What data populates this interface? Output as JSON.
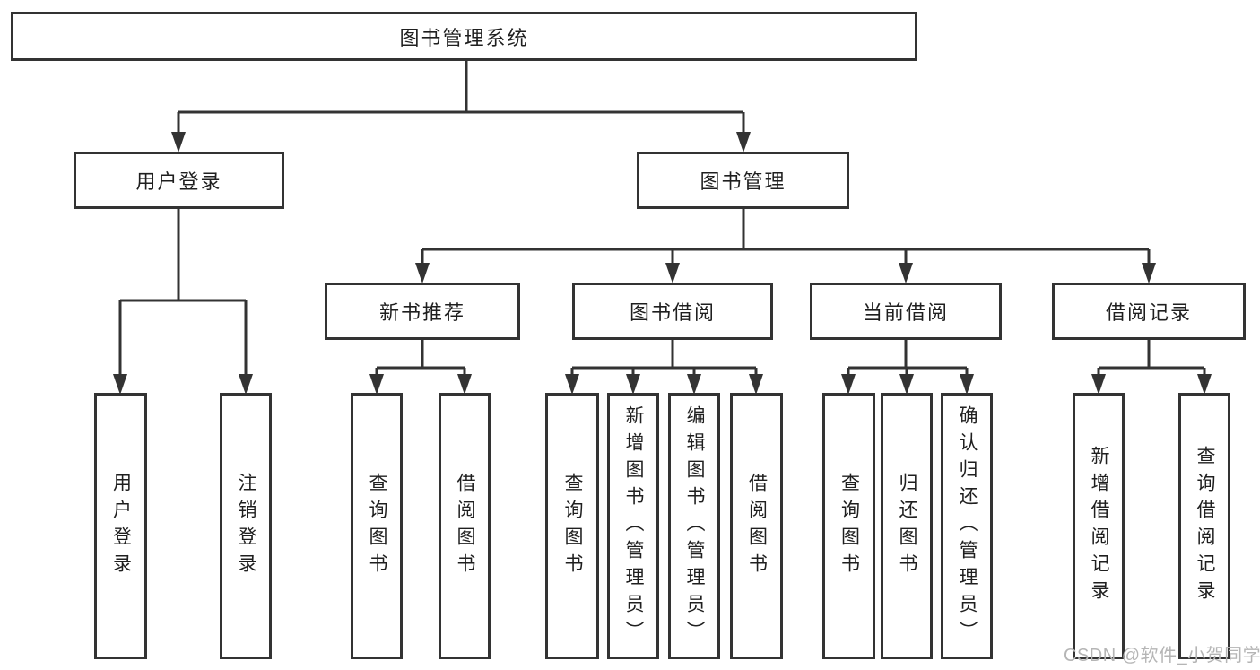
{
  "diagram_title": "图书管理系统",
  "nodes": {
    "root": {
      "label": "图书管理系统"
    },
    "level2": [
      {
        "label": "用户登录"
      },
      {
        "label": "图书管理"
      }
    ],
    "level3": [
      {
        "label": "新书推荐",
        "parent": "图书管理"
      },
      {
        "label": "图书借阅",
        "parent": "图书管理"
      },
      {
        "label": "当前借阅",
        "parent": "图书管理"
      },
      {
        "label": "借阅记录",
        "parent": "图书管理"
      }
    ],
    "leaves": [
      {
        "label": "用户登录",
        "parent": "用户登录"
      },
      {
        "label": "注销登录",
        "parent": "用户登录"
      },
      {
        "label": "查询图书",
        "parent": "新书推荐"
      },
      {
        "label": "借阅图书",
        "parent": "新书推荐"
      },
      {
        "label": "查询图书",
        "parent": "图书借阅"
      },
      {
        "label": "新增图书（管理员）",
        "parent": "图书借阅"
      },
      {
        "label": "编辑图书（管理员）",
        "parent": "图书借阅"
      },
      {
        "label": "借阅图书",
        "parent": "图书借阅"
      },
      {
        "label": "查询图书",
        "parent": "当前借阅"
      },
      {
        "label": "归还图书",
        "parent": "当前借阅"
      },
      {
        "label": "确认归还（管理员）",
        "parent": "当前借阅"
      },
      {
        "label": "新增借阅记录",
        "parent": "借阅记录"
      },
      {
        "label": "查询借阅记录",
        "parent": "借阅记录"
      }
    ]
  },
  "watermark": {
    "text": "CSDN @软件_小贺同学",
    "color": "#b5b5b5"
  },
  "colors": {
    "line": "#333333",
    "box_border": "#333333",
    "text": "#1f1f1f",
    "background": "#ffffff"
  }
}
